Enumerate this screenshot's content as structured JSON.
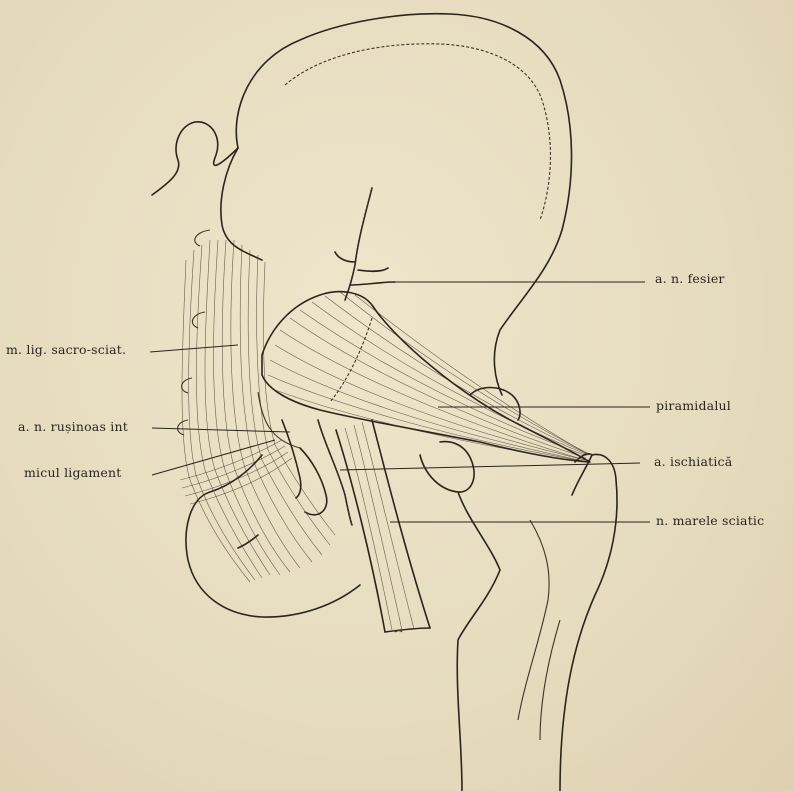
{
  "labels": {
    "fesier": "a. n. fesier",
    "sacro_sciat": "m. lig. sacro-sciat.",
    "rusinoasa": "a. n. rușinoas int",
    "micul_ligament": "micul ligament",
    "piramidalul": "piramidalul",
    "ischiatica": "a. ischiatică",
    "marele_sciatic": "n. marele sciatic"
  },
  "colors": {
    "paper": "#e9dfc4",
    "ink": "#2a241c"
  }
}
